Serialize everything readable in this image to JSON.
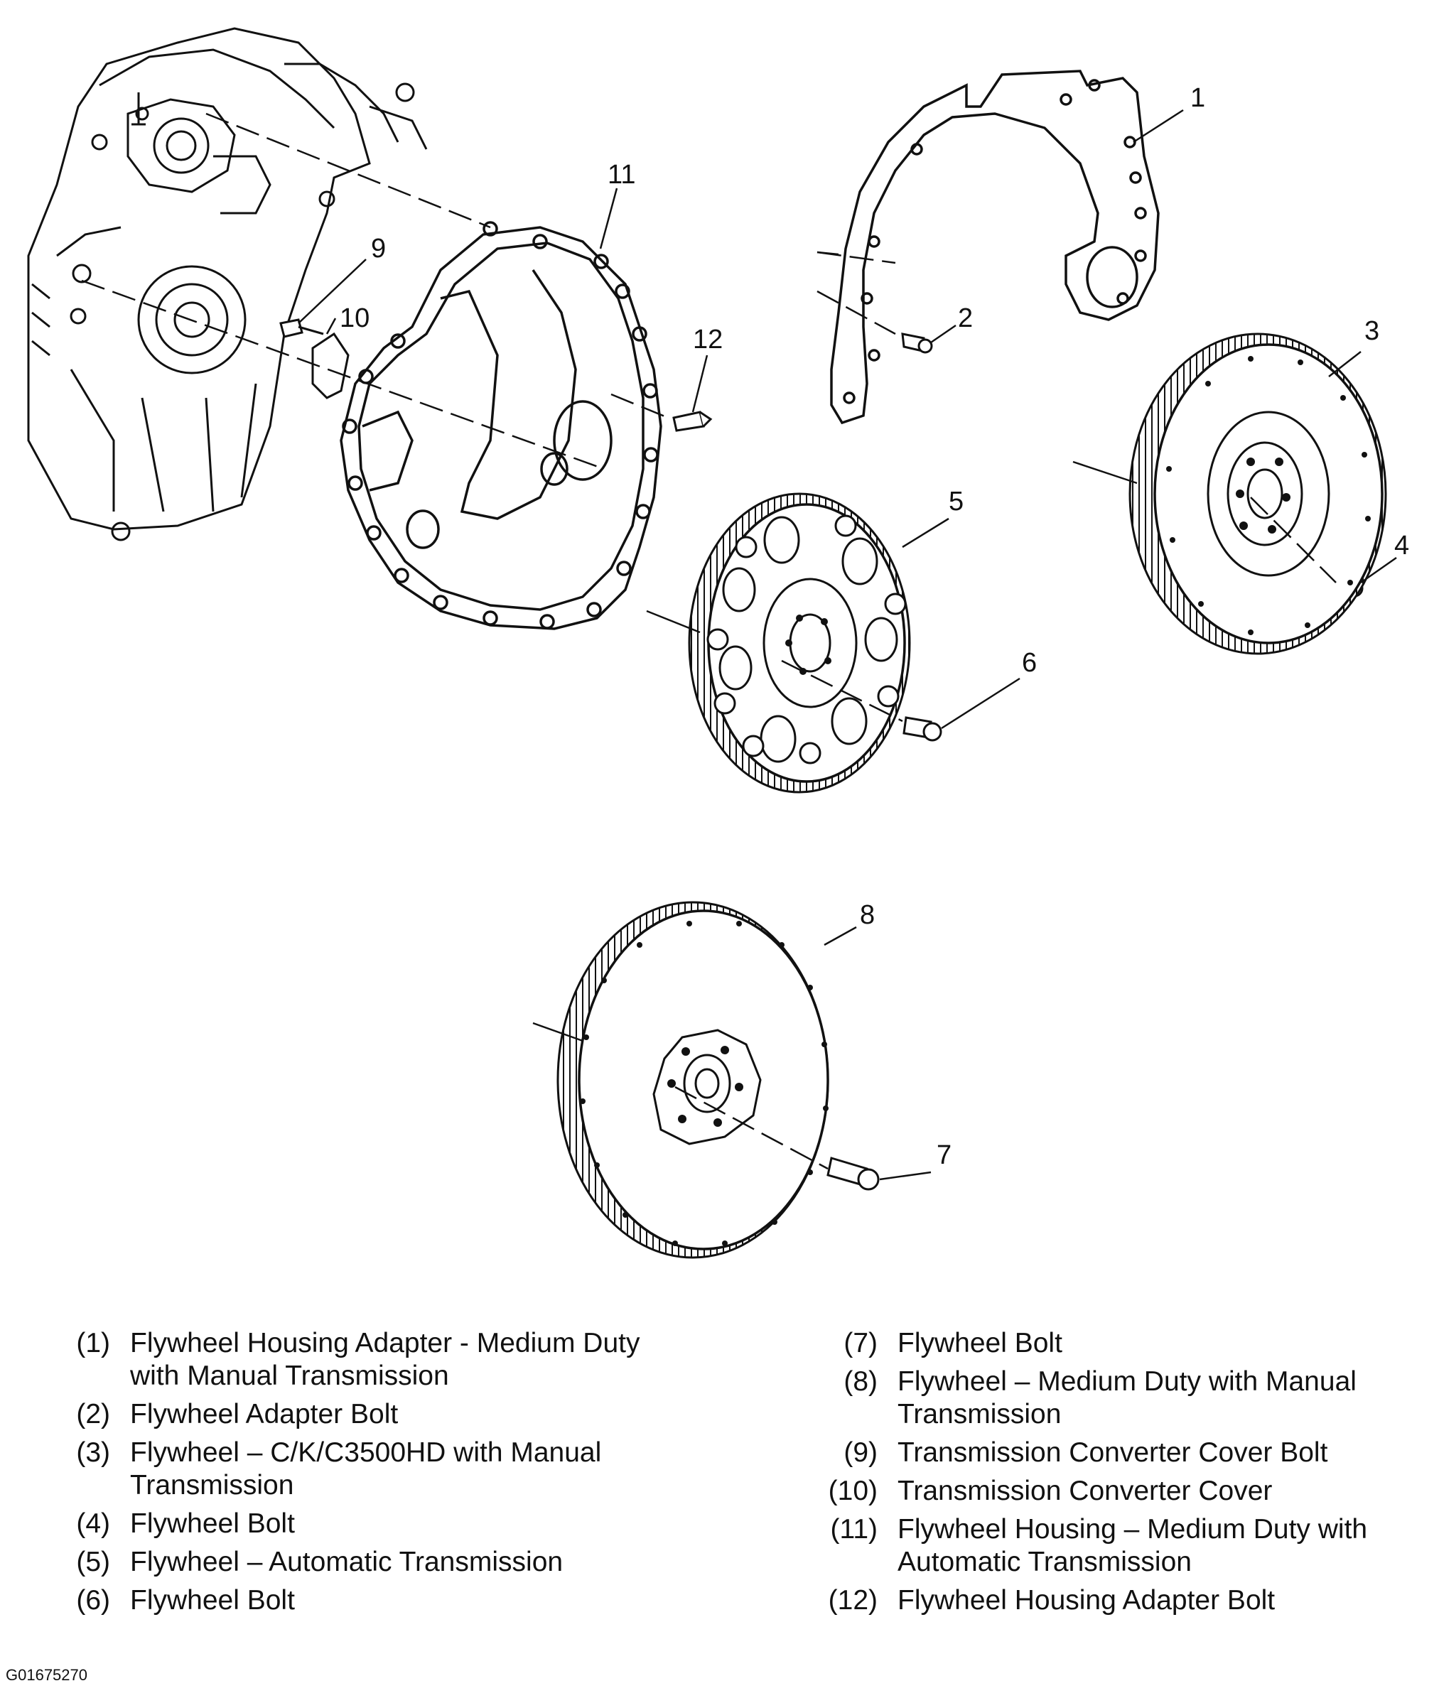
{
  "callouts": [
    "1",
    "2",
    "3",
    "4",
    "5",
    "6",
    "7",
    "8",
    "9",
    "10",
    "11",
    "12"
  ],
  "legend_left": [
    {
      "num": "(1)",
      "text": "Flywheel Housing Adapter - Medium Duty with Manual Transmission"
    },
    {
      "num": "(2)",
      "text": "Flywheel Adapter Bolt"
    },
    {
      "num": "(3)",
      "text": "Flywheel – C/K/C3500HD with Manual Transmission"
    },
    {
      "num": "(4)",
      "text": "Flywheel Bolt"
    },
    {
      "num": "(5)",
      "text": "Flywheel – Automatic Transmission"
    },
    {
      "num": "(6)",
      "text": "Flywheel Bolt"
    }
  ],
  "legend_right": [
    {
      "num": "(7)",
      "text": "Flywheel Bolt"
    },
    {
      "num": "(8)",
      "text": "Flywheel – Medium Duty with Manual Transmission"
    },
    {
      "num": "(9)",
      "text": "Transmission Converter Cover Bolt"
    },
    {
      "num": "(10)",
      "text": "Transmission Converter Cover"
    },
    {
      "num": "(11)",
      "text": "Flywheel Housing – Medium Duty with Automatic Transmission"
    },
    {
      "num": "(12)",
      "text": "Flywheel Housing Adapter Bolt"
    }
  ],
  "figure_id": "G01675270",
  "colors": {
    "ink": "#111111",
    "paper": "#ffffff"
  }
}
